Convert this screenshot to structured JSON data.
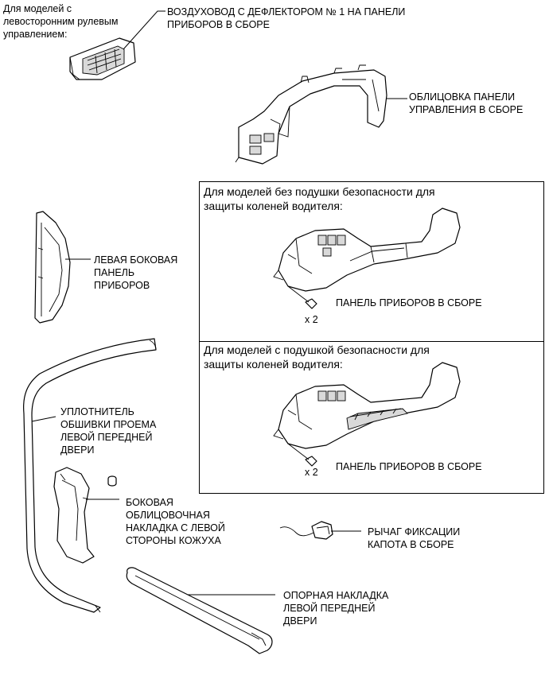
{
  "labels": {
    "lhd_note": "Для моделей с\nлевосторонним рулевым\nуправлением:",
    "air_duct": "ВОЗДУХОВОД С ДЕФЛЕКТОРОМ № 1 НА ПАНЕЛИ\nПРИБОРОВ В СБОРЕ",
    "cluster_finish": "ОБЛИЦОВКА ПАНЕЛИ\nУПРАВЛЕНИЯ В СБОРЕ",
    "left_side_panel": "ЛЕВАЯ БОКОВАЯ\nПАНЕЛЬ\nПРИБОРОВ",
    "door_weatherstrip": "УПЛОТНИТЕЛЬ\nОБШИВКИ ПРОЕМА\nЛЕВОЙ ПЕРЕДНЕЙ\nДВЕРИ",
    "cowl_side_trim": "БОКОВАЯ\nОБЛИЦОВОЧНАЯ\nНАКЛАДКА С ЛЕВОЙ\nСТОРОНЫ КОЖУХА",
    "hood_lever": "РЫЧАГ ФИКСАЦИИ\nКАПОТА В СБОРЕ",
    "scuff_plate": "ОПОРНАЯ НАКЛАДКА\nЛЕВОЙ ПЕРЕДНЕЙ\nДВЕРИ"
  },
  "box_top": {
    "title": "Для моделей без подушки безопасности для\nзащиты коленей водителя:",
    "part_label": "ПАНЕЛЬ ПРИБОРОВ В СБОРЕ",
    "qty": "x 2"
  },
  "box_bottom": {
    "title": "Для моделей с подушкой безопасности для\nзащиты коленей водителя:",
    "part_label": "ПАНЕЛЬ ПРИБОРОВ В СБОРЕ",
    "qty": "x 2"
  }
}
